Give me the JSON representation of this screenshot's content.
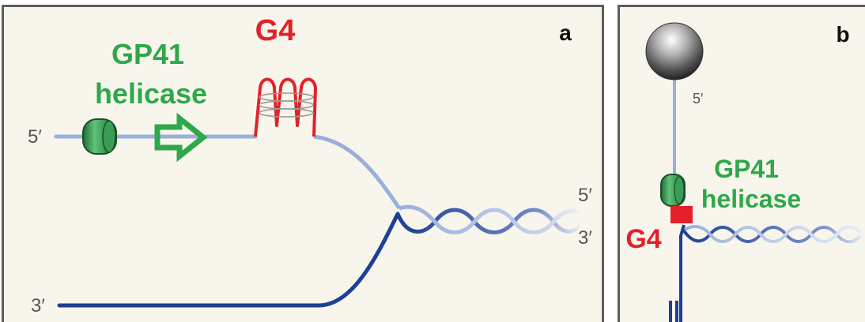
{
  "panel_a": {
    "label": "a",
    "helicase_line1": "GP41",
    "helicase_line2": "helicase",
    "g4_label": "G4",
    "end_top_left": "5′",
    "end_bottom_left": "3′",
    "end_right_top": "5′",
    "end_right_bottom": "3′"
  },
  "panel_b": {
    "label": "b",
    "bead_end": "5′",
    "helicase_line1": "GP41",
    "helicase_line2": "helicase",
    "g4_label": "G4"
  },
  "colors": {
    "light_strand": "#98b0dc",
    "dark_strand": "#1f3f93",
    "helicase_green": "#2ea84a",
    "g4_red": "#e4202a"
  }
}
